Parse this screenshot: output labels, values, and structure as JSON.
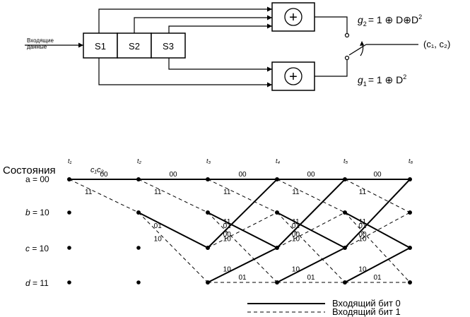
{
  "encoder": {
    "input_label_line1": "Входящие",
    "input_label_line2": "данные",
    "registers": [
      "S1",
      "S2",
      "S3"
    ],
    "adder_symbol": "+",
    "g2": {
      "name": "g",
      "sub": "2",
      "expr": "= 1 ⊕ D⊕D",
      "sup": "2"
    },
    "g1": {
      "name": "g",
      "sub": "1",
      "expr": "= 1 ⊕ D",
      "sup": "2"
    },
    "output_label": "(c₁, c₂)"
  },
  "trellis": {
    "states_header": "Состояния",
    "c1c2_header": "c₁c₂",
    "time_labels": [
      "t₁",
      "t₂",
      "t₃",
      "t₄",
      "t₅",
      "t₆"
    ],
    "states": [
      {
        "letter": "a",
        "value": "= 00"
      },
      {
        "letter": "b",
        "value": "= 10"
      },
      {
        "letter": "c",
        "value": "= 10"
      },
      {
        "letter": "d",
        "value": "= 11"
      }
    ],
    "edges": [
      {
        "from": [
          0,
          "a"
        ],
        "to": [
          1,
          "a"
        ],
        "bit": 0,
        "label": "00"
      },
      {
        "from": [
          0,
          "a"
        ],
        "to": [
          1,
          "b"
        ],
        "bit": 1,
        "label": "11"
      },
      {
        "from": [
          1,
          "a"
        ],
        "to": [
          2,
          "a"
        ],
        "bit": 0,
        "label": "00"
      },
      {
        "from": [
          1,
          "a"
        ],
        "to": [
          2,
          "b"
        ],
        "bit": 1,
        "label": "11"
      },
      {
        "from": [
          1,
          "b"
        ],
        "to": [
          2,
          "c"
        ],
        "bit": 0,
        "label": "01"
      },
      {
        "from": [
          1,
          "b"
        ],
        "to": [
          2,
          "d"
        ],
        "bit": 1,
        "label": "10"
      },
      {
        "from": [
          2,
          "a"
        ],
        "to": [
          3,
          "a"
        ],
        "bit": 0,
        "label": "00"
      },
      {
        "from": [
          2,
          "a"
        ],
        "to": [
          3,
          "b"
        ],
        "bit": 1,
        "label": "11"
      },
      {
        "from": [
          2,
          "b"
        ],
        "to": [
          3,
          "c"
        ],
        "bit": 0,
        "label": "01"
      },
      {
        "from": [
          2,
          "b"
        ],
        "to": [
          3,
          "d"
        ],
        "bit": 1,
        "label": "10"
      },
      {
        "from": [
          2,
          "c"
        ],
        "to": [
          3,
          "a"
        ],
        "bit": 0,
        "label": "11"
      },
      {
        "from": [
          2,
          "c"
        ],
        "to": [
          3,
          "b"
        ],
        "bit": 1,
        "label": "00"
      },
      {
        "from": [
          2,
          "d"
        ],
        "to": [
          3,
          "c"
        ],
        "bit": 0,
        "label": "10"
      },
      {
        "from": [
          2,
          "d"
        ],
        "to": [
          3,
          "d"
        ],
        "bit": 1,
        "label": "01"
      },
      {
        "from": [
          3,
          "a"
        ],
        "to": [
          4,
          "a"
        ],
        "bit": 0,
        "label": "00"
      },
      {
        "from": [
          3,
          "a"
        ],
        "to": [
          4,
          "b"
        ],
        "bit": 1,
        "label": "11"
      },
      {
        "from": [
          3,
          "b"
        ],
        "to": [
          4,
          "c"
        ],
        "bit": 0,
        "label": "01"
      },
      {
        "from": [
          3,
          "b"
        ],
        "to": [
          4,
          "d"
        ],
        "bit": 1,
        "label": "10"
      },
      {
        "from": [
          3,
          "c"
        ],
        "to": [
          4,
          "a"
        ],
        "bit": 0,
        "label": "11"
      },
      {
        "from": [
          3,
          "c"
        ],
        "to": [
          4,
          "b"
        ],
        "bit": 1,
        "label": "00"
      },
      {
        "from": [
          3,
          "d"
        ],
        "to": [
          4,
          "c"
        ],
        "bit": 0,
        "label": "10"
      },
      {
        "from": [
          3,
          "d"
        ],
        "to": [
          4,
          "d"
        ],
        "bit": 1,
        "label": "01"
      },
      {
        "from": [
          4,
          "a"
        ],
        "to": [
          5,
          "a"
        ],
        "bit": 0,
        "label": "00"
      },
      {
        "from": [
          4,
          "a"
        ],
        "to": [
          5,
          "b"
        ],
        "bit": 1,
        "label": "11"
      },
      {
        "from": [
          4,
          "b"
        ],
        "to": [
          5,
          "c"
        ],
        "bit": 0,
        "label": "01"
      },
      {
        "from": [
          4,
          "b"
        ],
        "to": [
          5,
          "d"
        ],
        "bit": 1,
        "label": "10"
      },
      {
        "from": [
          4,
          "c"
        ],
        "to": [
          5,
          "a"
        ],
        "bit": 0,
        "label": "11"
      },
      {
        "from": [
          4,
          "c"
        ],
        "to": [
          5,
          "b"
        ],
        "bit": 1,
        "label": "00"
      },
      {
        "from": [
          4,
          "d"
        ],
        "to": [
          5,
          "c"
        ],
        "bit": 0,
        "label": "10"
      },
      {
        "from": [
          4,
          "d"
        ],
        "to": [
          5,
          "d"
        ],
        "bit": 1,
        "label": "01"
      }
    ],
    "legend": [
      {
        "style": "solid",
        "label": "Входящий бит 0"
      },
      {
        "style": "dashed",
        "label": "Входящий бит 1"
      }
    ]
  }
}
